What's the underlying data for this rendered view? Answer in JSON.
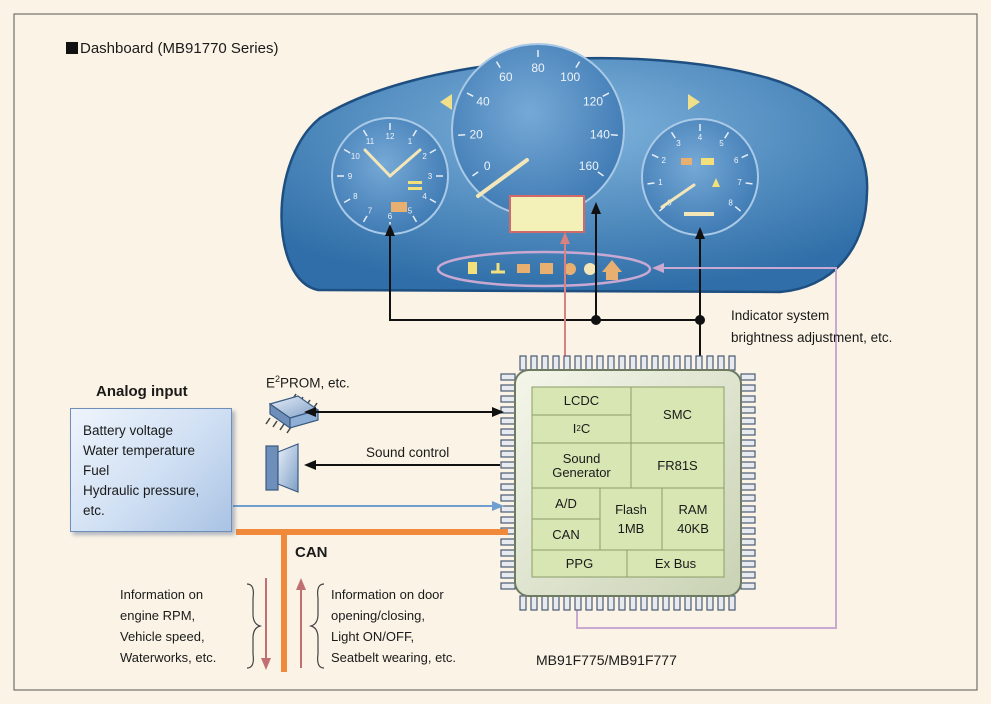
{
  "title": "Dashboard (MB91770 Series)",
  "speedometer": {
    "ticks": [
      "0",
      "20",
      "40",
      "60",
      "80",
      "100",
      "120",
      "140",
      "160"
    ]
  },
  "clock": {
    "ticks": [
      "12",
      "1",
      "2",
      "3",
      "4",
      "5",
      "6",
      "7",
      "8",
      "9",
      "10",
      "11"
    ]
  },
  "tachometer": {
    "ticks": [
      "0",
      "1",
      "2",
      "3",
      "4",
      "5",
      "6",
      "7",
      "8"
    ]
  },
  "analog_input": {
    "title": "Analog input",
    "items": [
      "Battery voltage",
      "Water temperature",
      "Fuel",
      "Hydraulic pressure,",
      "etc."
    ]
  },
  "eeprom": {
    "prefix": "E",
    "sup": "2",
    "rest": "PROM, etc."
  },
  "sound_control": "Sound control",
  "indicator_note": {
    "line1": "Indicator system",
    "line2": "brightness adjustment, etc."
  },
  "can_label": "CAN",
  "info_left": [
    "Information on",
    "engine RPM,",
    "Vehicle speed,",
    "Waterworks, etc."
  ],
  "info_right": [
    "Information on door",
    "opening/closing,",
    "Light ON/OFF,",
    "Seatbelt wearing, etc."
  ],
  "chip": {
    "name": "MB91F775/MB91F777",
    "blocks": {
      "lcdc": "LCDC",
      "i2c_prefix": "I",
      "i2c_sup": "2",
      "i2c_suffix": "C",
      "smc": "SMC",
      "sound_gen_1": "Sound",
      "sound_gen_2": "Generator",
      "fr81s": "FR81S",
      "ad": "A/D",
      "can": "CAN",
      "flash_1": "Flash",
      "flash_2": "1MB",
      "ram_1": "RAM",
      "ram_2": "40KB",
      "ppg": "PPG",
      "exbus": "Ex Bus"
    }
  },
  "colors": {
    "background": "#fbf4e6",
    "dashboard_blue": "#3f7fb8",
    "chip_green": "#d7e6b3",
    "can_bus": "#f08a3a",
    "lcd_line": "#d98080",
    "indicator_line": "#c9a8d2",
    "analog_line": "#6f9fd0"
  }
}
